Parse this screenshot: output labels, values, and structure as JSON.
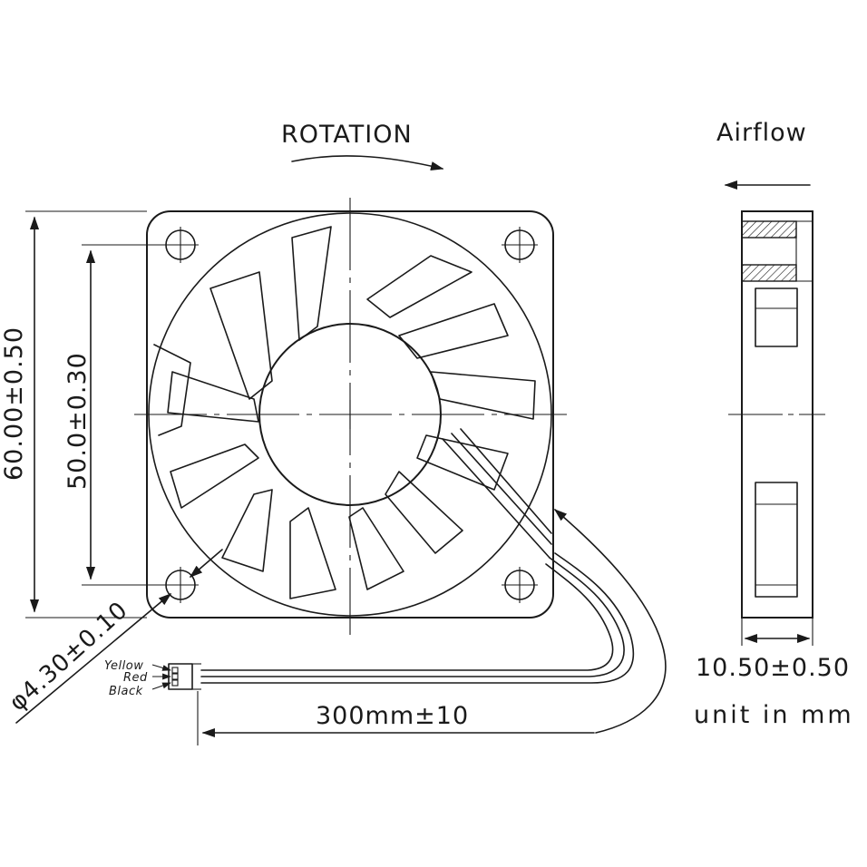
{
  "labels": {
    "rotation": "ROTATION",
    "airflow": "Airflow",
    "outer_dim": "60.00±0.50",
    "inner_dim": "50.0±0.30",
    "hole_dim": "φ4.30±0.10",
    "cable_length": "300mm±10",
    "thickness": "10.50±0.50",
    "unit": "unit in mm"
  },
  "wires": [
    "Yellow",
    "Red",
    "Black"
  ],
  "colors": {
    "line": "#1a1a1a",
    "background": "#ffffff"
  }
}
